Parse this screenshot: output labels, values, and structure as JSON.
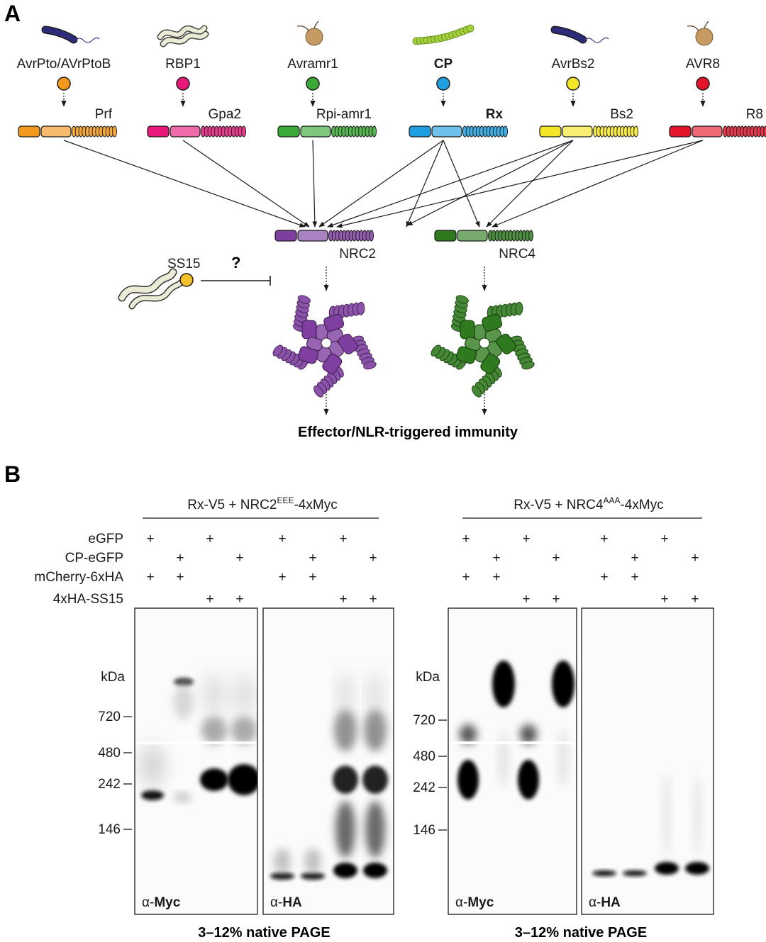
{
  "panel_a": {
    "letter": "A",
    "sensors": [
      {
        "effector": "AvrPto/AVrPtoB",
        "nlr": "Prf",
        "pathogen_icon": "bacterium-icon",
        "color": "#f39a1e",
        "bold": false
      },
      {
        "effector": "RBP1",
        "nlr": "Gpa2",
        "pathogen_icon": "nematode-icon",
        "color": "#e6197a",
        "bold": false
      },
      {
        "effector": "Avramr1",
        "nlr": "Rpi-amr1",
        "pathogen_icon": "oomycete-icon",
        "color": "#3aa935",
        "bold": false
      },
      {
        "effector": "CP",
        "nlr": "Rx",
        "pathogen_icon": "virus-icon",
        "color": "#1ea0e0",
        "bold": true
      },
      {
        "effector": "AvrBs2",
        "nlr": "Bs2",
        "pathogen_icon": "bacterium-icon",
        "color": "#f5e62a",
        "bold": false
      },
      {
        "effector": "AVR8",
        "nlr": "R8",
        "pathogen_icon": "oomycete-icon",
        "color": "#e3152b",
        "bold": false
      }
    ],
    "helpers": [
      {
        "name": "NRC2",
        "color": "#7e3fa0"
      },
      {
        "name": "NRC4",
        "color": "#2f7a1e"
      }
    ],
    "inhibitor": {
      "name": "SS15",
      "question": "?",
      "color": "#f5c02a"
    },
    "outcome": "Effector/NLR-triggered immunity",
    "colors": {
      "arrow": "#1a1a1a",
      "nematode_fill": "#ecebd6",
      "oomycete_fill": "#c59a63",
      "bacterium_fill": "#2c2c7a",
      "virus_fill": "#a6cf3c"
    }
  },
  "panel_b": {
    "letter": "B",
    "row_labels": [
      "eGFP",
      "CP-eGFP",
      "mCherry-6xHA",
      "4xHA-SS15"
    ],
    "kda_label": "kDa",
    "gel_caption": "3–12% native PAGE",
    "groups": [
      {
        "title_prefix": "Rx-V5 + NRC2",
        "title_sup": "EEE",
        "title_suffix": "-4xMyc",
        "blots": [
          {
            "alpha": "α-",
            "antibody": "Myc"
          },
          {
            "alpha": "α-",
            "antibody": "HA"
          }
        ],
        "markers": [
          "720",
          "480",
          "242",
          "146"
        ],
        "lanes": [
          {
            "eGFP": "+",
            "CP-eGFP": "",
            "mCherry-6xHA": "+",
            "4xHA-SS15": ""
          },
          {
            "eGFP": "",
            "CP-eGFP": "+",
            "mCherry-6xHA": "+",
            "4xHA-SS15": ""
          },
          {
            "eGFP": "+",
            "CP-eGFP": "",
            "mCherry-6xHA": "",
            "4xHA-SS15": "+"
          },
          {
            "eGFP": "",
            "CP-eGFP": "+",
            "mCherry-6xHA": "",
            "4xHA-SS15": "+"
          },
          {
            "eGFP": "+",
            "CP-eGFP": "",
            "mCherry-6xHA": "+",
            "4xHA-SS15": ""
          },
          {
            "eGFP": "",
            "CP-eGFP": "+",
            "mCherry-6xHA": "+",
            "4xHA-SS15": ""
          },
          {
            "eGFP": "+",
            "CP-eGFP": "",
            "mCherry-6xHA": "",
            "4xHA-SS15": "+"
          },
          {
            "eGFP": "",
            "CP-eGFP": "+",
            "mCherry-6xHA": "",
            "4xHA-SS15": "+"
          }
        ]
      },
      {
        "title_prefix": "Rx-V5 + NRC4",
        "title_sup": "AAA",
        "title_suffix": "-4xMyc",
        "blots": [
          {
            "alpha": "α-",
            "antibody": "Myc"
          },
          {
            "alpha": "α-",
            "antibody": "HA"
          }
        ],
        "markers": [
          "720",
          "480",
          "242",
          "146"
        ],
        "lanes": [
          {
            "eGFP": "+",
            "CP-eGFP": "",
            "mCherry-6xHA": "+",
            "4xHA-SS15": ""
          },
          {
            "eGFP": "",
            "CP-eGFP": "+",
            "mCherry-6xHA": "+",
            "4xHA-SS15": ""
          },
          {
            "eGFP": "+",
            "CP-eGFP": "",
            "mCherry-6xHA": "",
            "4xHA-SS15": "+"
          },
          {
            "eGFP": "",
            "CP-eGFP": "+",
            "mCherry-6xHA": "",
            "4xHA-SS15": "+"
          },
          {
            "eGFP": "+",
            "CP-eGFP": "",
            "mCherry-6xHA": "+",
            "4xHA-SS15": ""
          },
          {
            "eGFP": "",
            "CP-eGFP": "+",
            "mCherry-6xHA": "+",
            "4xHA-SS15": ""
          },
          {
            "eGFP": "+",
            "CP-eGFP": "",
            "mCherry-6xHA": "",
            "4xHA-SS15": "+"
          },
          {
            "eGFP": "",
            "CP-eGFP": "+",
            "mCherry-6xHA": "",
            "4xHA-SS15": "+"
          }
        ]
      }
    ]
  }
}
